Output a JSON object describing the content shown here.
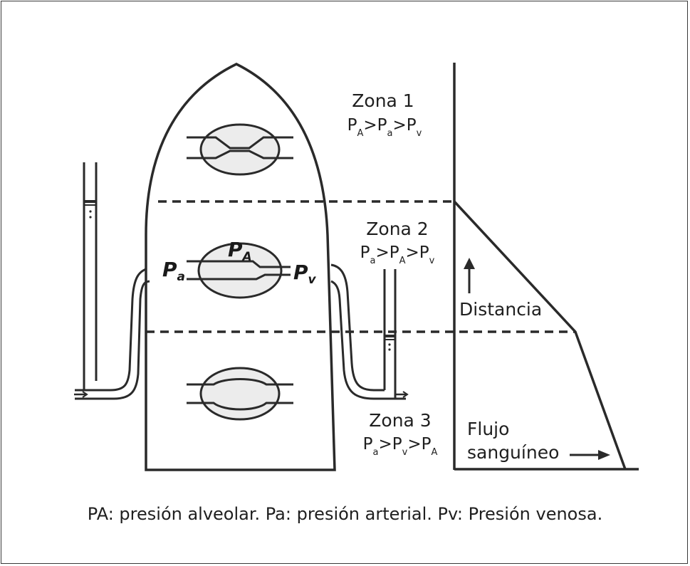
{
  "zones": [
    {
      "title": "Zona 1",
      "relation": [
        {
          "t": "P",
          "s": "A"
        },
        {
          "t": ">P",
          "s": "a"
        },
        {
          "t": ">P",
          "s": "v"
        }
      ]
    },
    {
      "title": "Zona 2",
      "relation": [
        {
          "t": "P",
          "s": "a"
        },
        {
          "t": ">P",
          "s": "A"
        },
        {
          "t": ">P",
          "s": "v"
        }
      ]
    },
    {
      "title": "Zona 3",
      "relation": [
        {
          "t": "P",
          "s": "a"
        },
        {
          "t": ">P",
          "s": "v"
        },
        {
          "t": ">P",
          "s": "A"
        }
      ]
    }
  ],
  "labels": {
    "distance": "Distancia",
    "flow_line1": "Flujo",
    "flow_line2": "sanguíneo",
    "pa_inner": {
      "t": "P",
      "s": "A"
    },
    "arterial_inner": {
      "t": "P",
      "s": "a"
    },
    "venous_inner": {
      "t": "P",
      "s": "v"
    }
  },
  "caption": "PA: presión alveolar. Pa: presión arterial. Pv: Presión venosa.",
  "colors": {
    "line": "#2a2a2a",
    "alveolus_fill": "#ececec",
    "text": "#1f1f1f"
  }
}
